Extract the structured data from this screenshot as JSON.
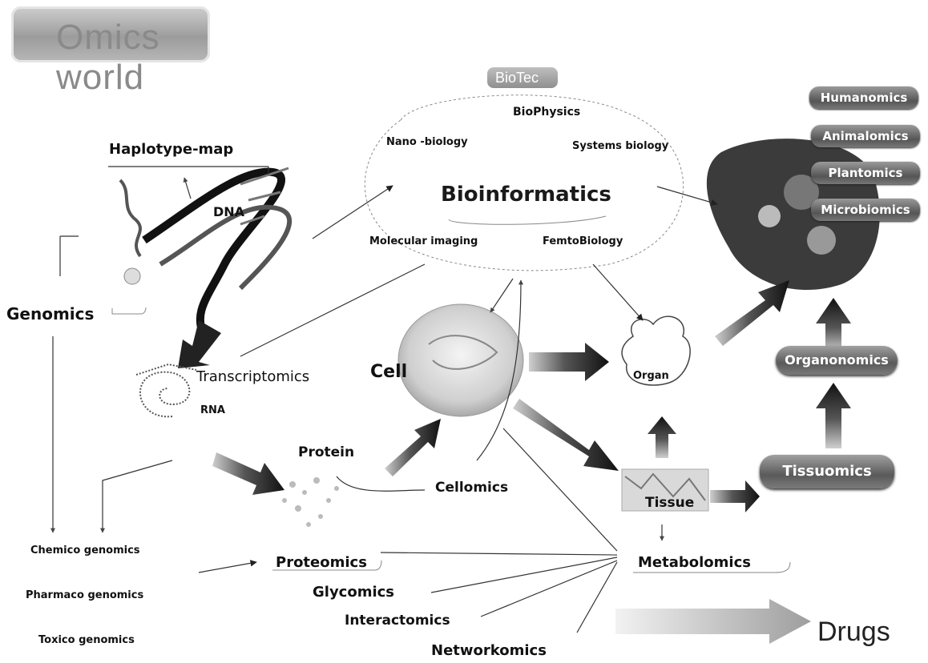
{
  "title": "Omics world",
  "top_tab": "BioTec",
  "labels": {
    "biophysics": "BioPhysics",
    "nano_biology": "Nano -biology",
    "systems_biology": "Systems biology",
    "bioinformatics": "Bioinformatics",
    "molecular_imaging": "Molecular imaging",
    "femtobiology": "FemtoBiology",
    "haplotype_map": "Haplotype-map",
    "dna": "DNA",
    "genomics": "Genomics",
    "transcriptomics": "Transcriptomics",
    "rna": "RNA",
    "cell": "Cell",
    "protein": "Protein",
    "cellomics": "Cellomics",
    "organ": "Organ",
    "tissue": "Tissue",
    "chemico_genomics": "Chemico genomics",
    "pharmaco_genomics": "Pharmaco genomics",
    "toxico_genomics": "Toxico genomics",
    "proteomics": "Proteomics",
    "glycomics": "Glycomics",
    "interactomics": "Interactomics",
    "networkomics": "Networkomics",
    "metabolomics": "Metabolomics",
    "drugs": "Drugs"
  },
  "pills": {
    "organonomics": "Organonomics",
    "tissuomics": "Tissuomics"
  },
  "right_stack": [
    "Humanomics",
    "Animalomics",
    "Plantomics",
    "Microbiomics"
  ]
}
